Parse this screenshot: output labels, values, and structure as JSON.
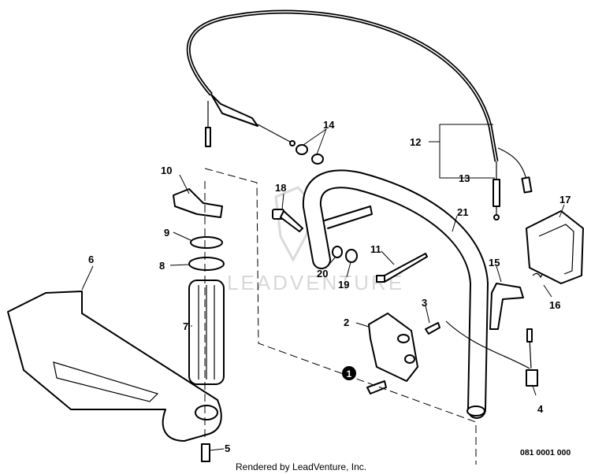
{
  "diagram": {
    "watermark": "LEADVENTURE",
    "footer_text": "Rendered by LeadVenture, Inc.",
    "figure_code": "081 0001 000",
    "callouts": {
      "p1": "1",
      "p2": "2",
      "p3": "3",
      "p4": "4",
      "p5": "5",
      "p6": "6",
      "p7": "7",
      "p8": "8",
      "p9": "9",
      "p10": "10",
      "p11": "11",
      "p12": "12",
      "p13": "13",
      "p14": "14",
      "p15": "15",
      "p16": "16",
      "p17": "17",
      "p18": "18",
      "p19": "19",
      "p20": "20",
      "p21": "21"
    }
  }
}
